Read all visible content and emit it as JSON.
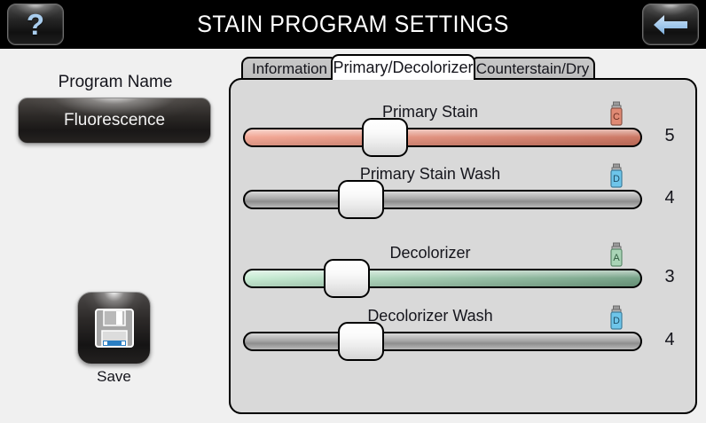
{
  "header": {
    "title": "STAIN PROGRAM SETTINGS",
    "help_icon": "question-mark-icon",
    "back_icon": "left-arrow-icon"
  },
  "left_panel": {
    "program_name_label": "Program Name",
    "program_name_value": "Fluorescence",
    "save_label": "Save",
    "save_icon": "floppy-disk-icon"
  },
  "tabs": [
    {
      "label": "Information",
      "active": false
    },
    {
      "label": "Primary/Decolorizer",
      "active": true
    },
    {
      "label": "Counterstain/Dry",
      "active": false
    }
  ],
  "sliders": [
    {
      "label": "Primary Stain",
      "value": "5",
      "bottle_letter": "C",
      "bottle_color": "#e08a74",
      "track_style": "red"
    },
    {
      "label": "Primary Stain Wash",
      "value": "4",
      "bottle_letter": "D",
      "bottle_color": "#6ec5ea",
      "track_style": "gray"
    },
    {
      "label": "Decolorizer",
      "value": "3",
      "bottle_letter": "A",
      "bottle_color": "#a9d4b6",
      "track_style": "green"
    },
    {
      "label": "Decolorizer Wash",
      "value": "4",
      "bottle_letter": "D",
      "bottle_color": "#6ec5ea",
      "track_style": "gray"
    }
  ],
  "colors": {
    "titlebar_bg": "#000000",
    "panel_bg": "#d9d9d9",
    "page_bg": "#f0f0f0",
    "accent_blue": "#a9cdee"
  }
}
